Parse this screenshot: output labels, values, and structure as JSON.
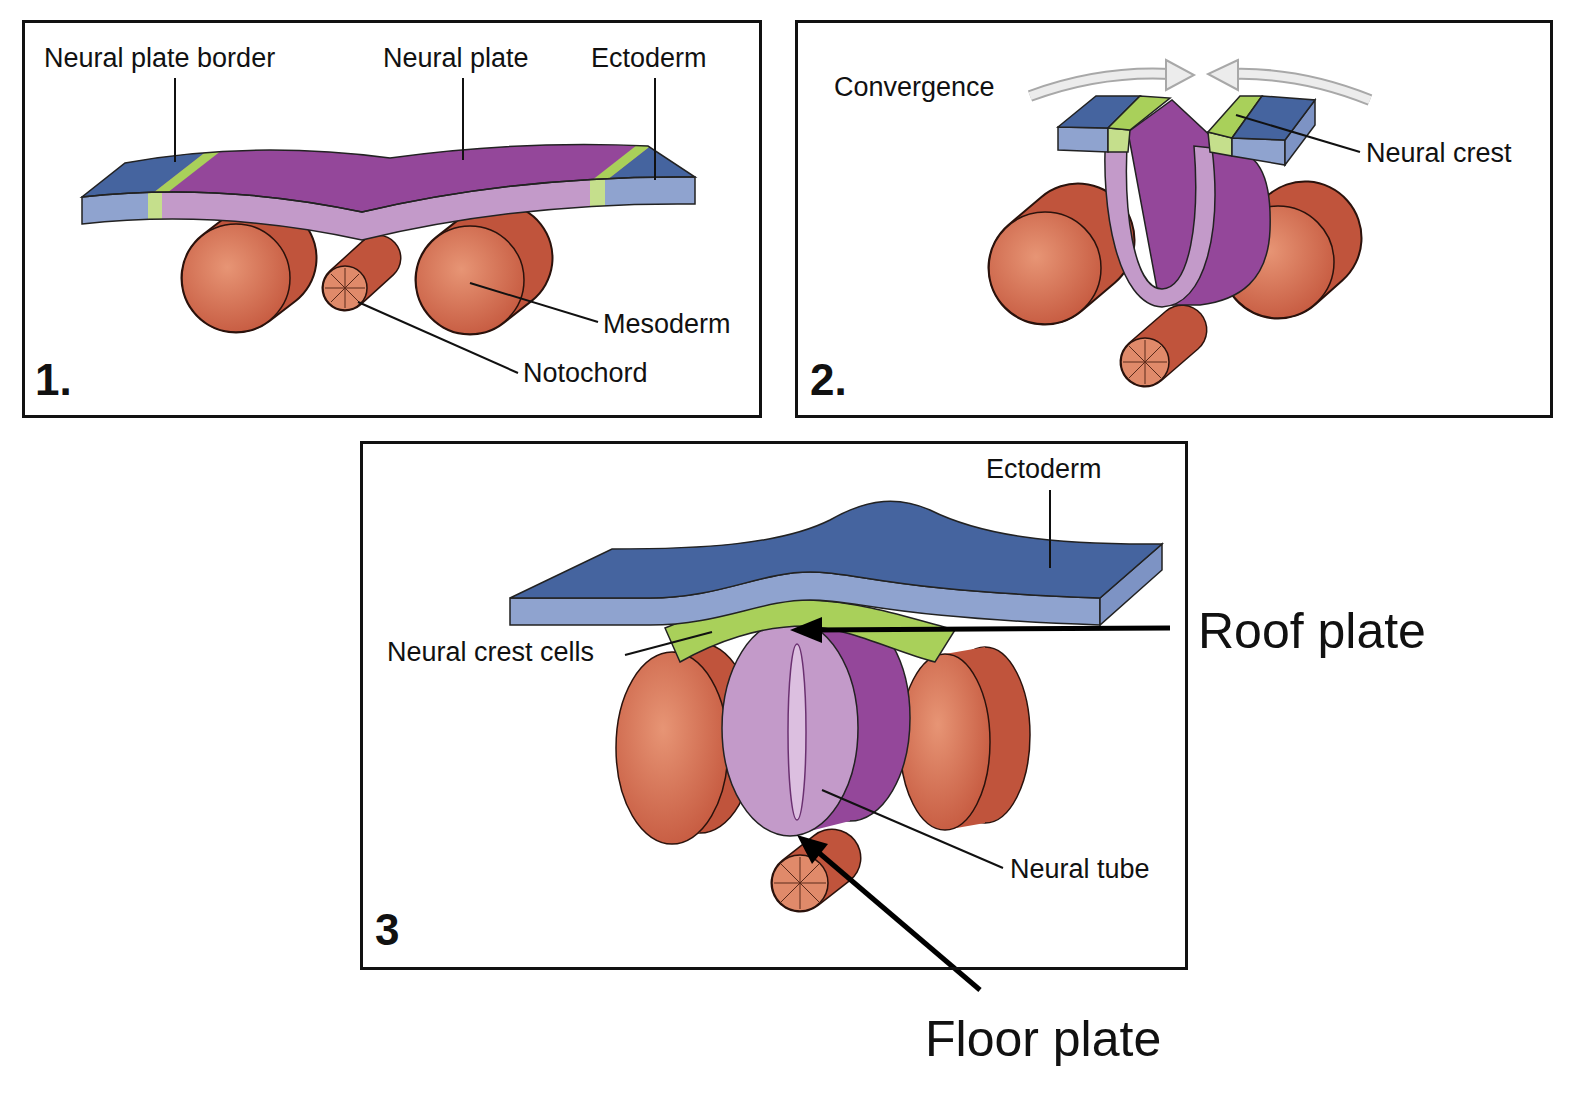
{
  "diagram": {
    "nodes": [
      {
        "text": [
          "Neural plate border",
          "Neural plate",
          "Ectoderm",
          "Mesoderm",
          "Notochord",
          "1."
        ]
      },
      {
        "text": [
          "Convergence",
          "Neural crest",
          "2."
        ]
      },
      {
        "text": [
          "Ectoderm",
          "Neural crest cells",
          "Neural tube",
          "3"
        ]
      }
    ],
    "labels": [
      "Roof plate",
      "Floor plate"
    ]
  }
}
